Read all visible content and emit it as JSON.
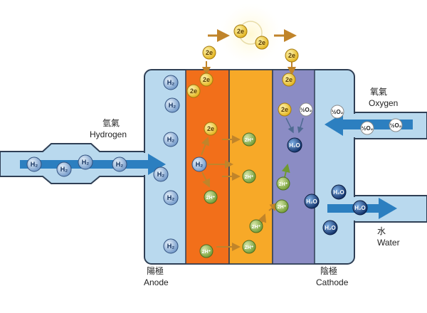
{
  "labels": {
    "hydrogen_cn": "氫氣",
    "hydrogen_en": "Hydrogen",
    "oxygen_cn": "氧氣",
    "oxygen_en": "Oxygen",
    "water_cn": "水",
    "water_en": "Water",
    "anode_cn": "陽極",
    "anode_en": "Anode",
    "cathode_cn": "陰極",
    "cathode_en": "Cathode"
  },
  "particles": {
    "h2": "H₂",
    "electron": "2e",
    "proton": "2H⁺",
    "oxygen": "½O₂",
    "water": "H₂O"
  },
  "colors": {
    "casing": "#b9d9ee",
    "casing_border": "#2f3f55",
    "anode_layer": "#f26f1a",
    "electrolyte": "#f7a928",
    "cathode_layer": "#8b8cc4",
    "arrow_blue": "#2c7fc0",
    "arrow_brown": "#c0842a",
    "proton_green": "#7aa63a"
  }
}
